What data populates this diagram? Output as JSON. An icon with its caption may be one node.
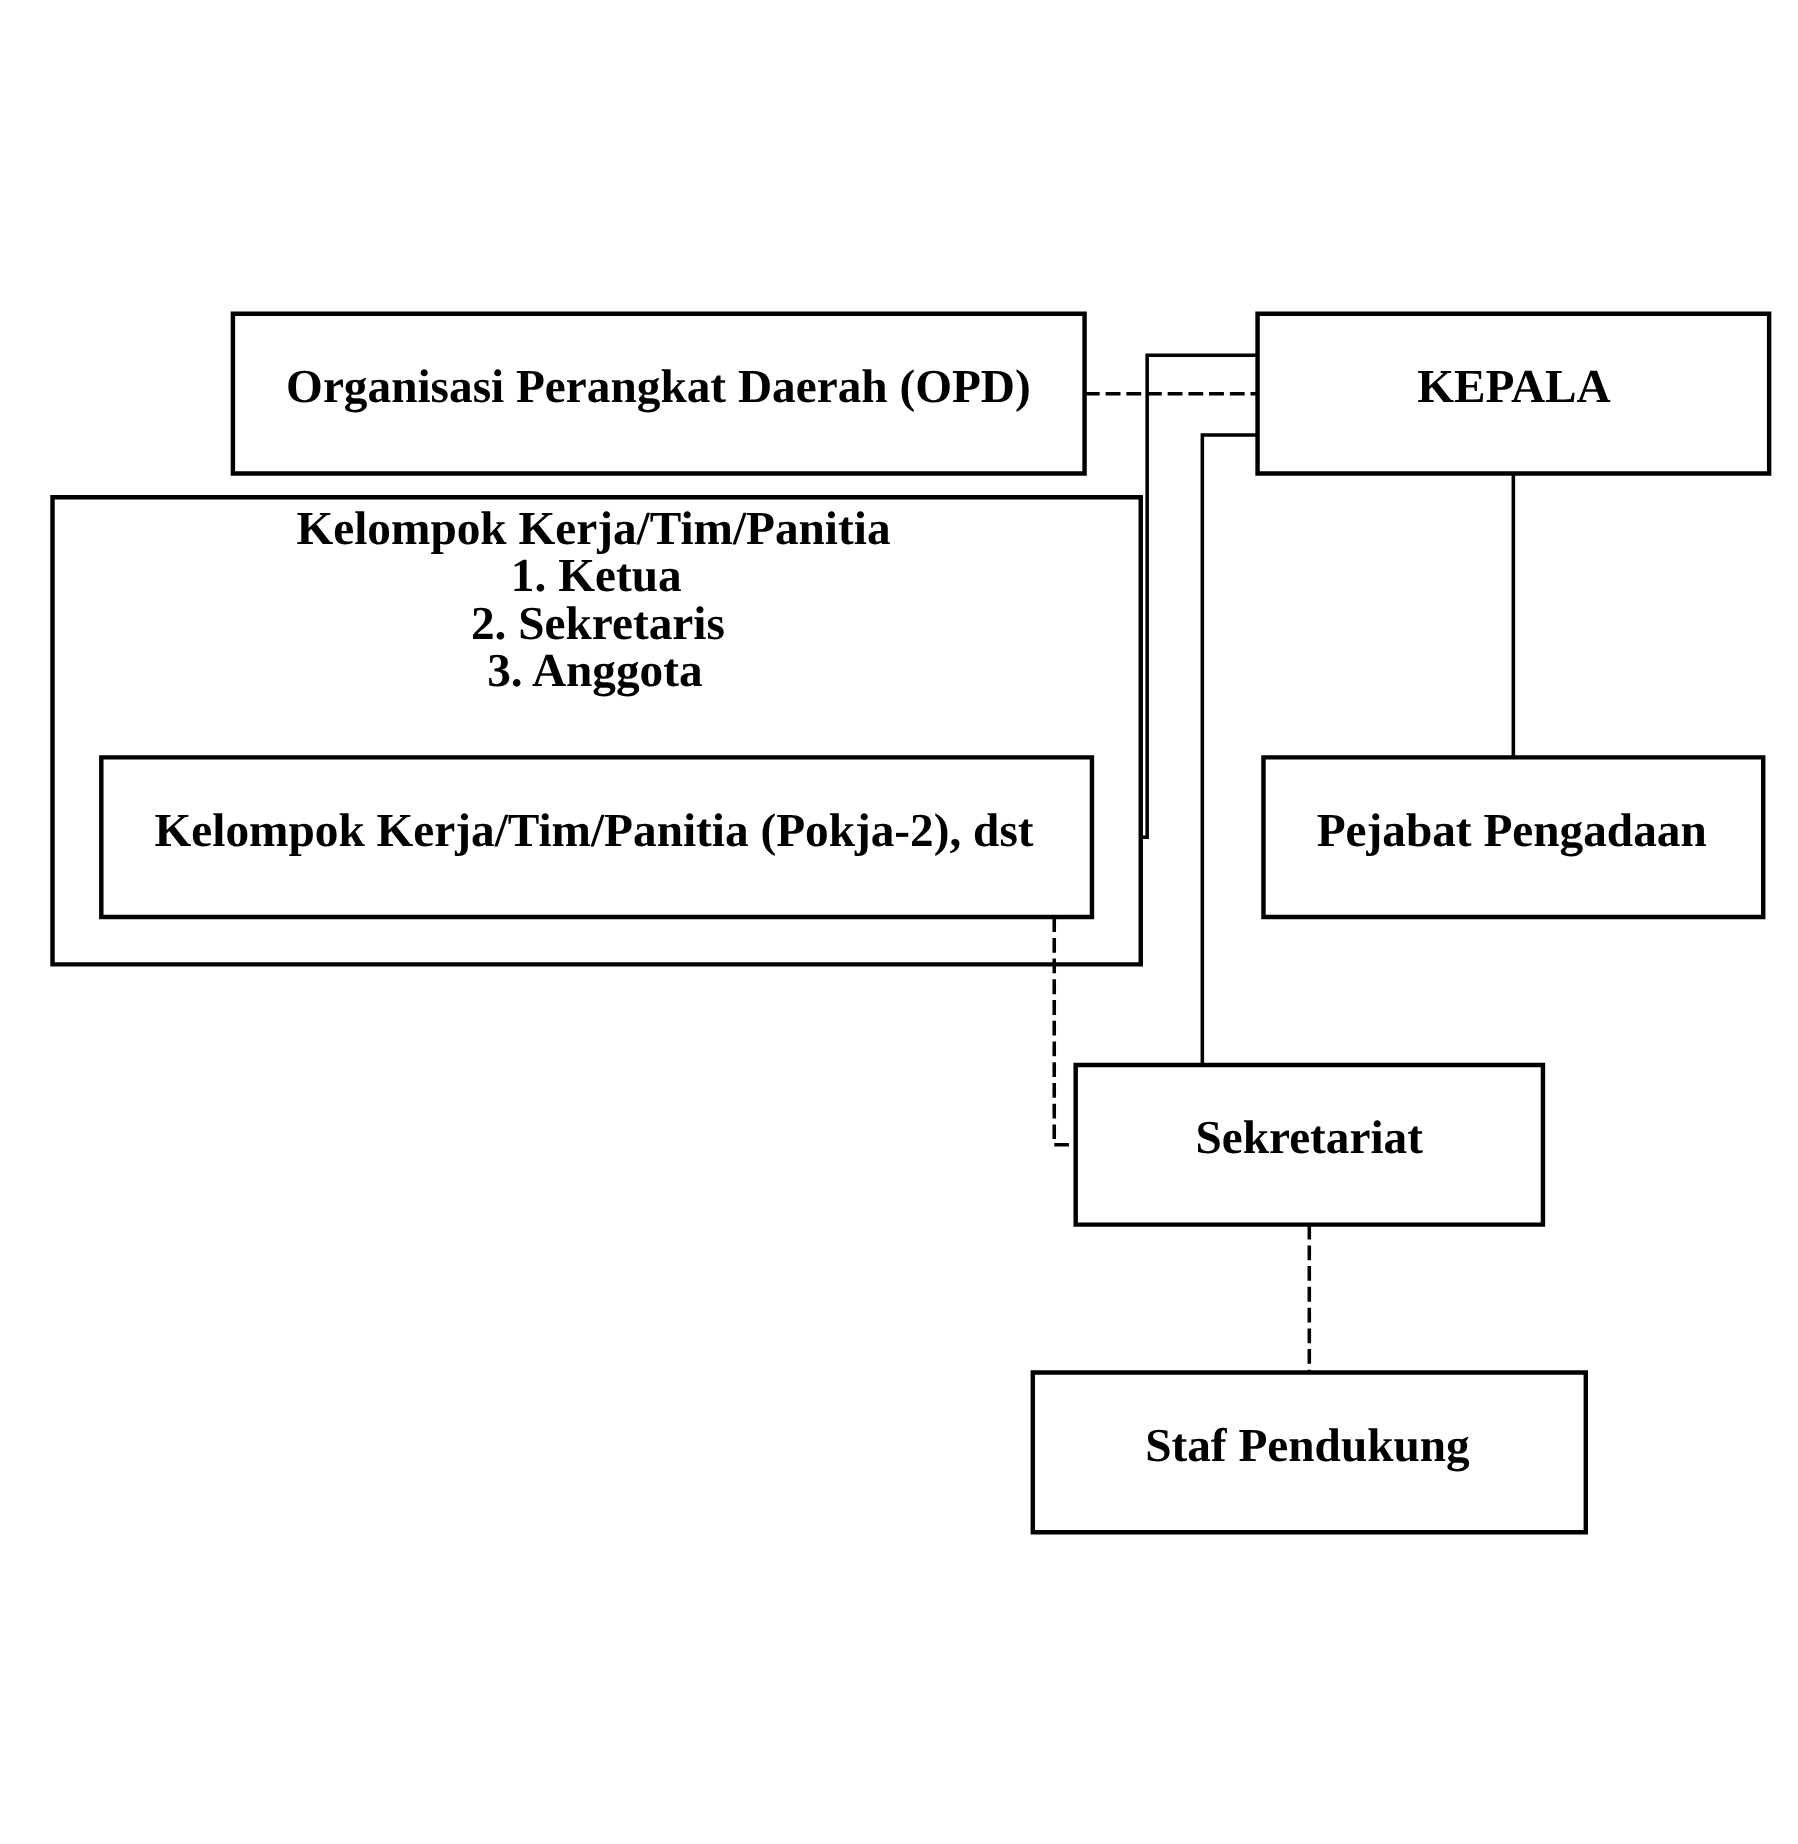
{
  "diagram": {
    "nodes": [
      {
        "text": [
          "Organisasi Perangkat Daerah (OPD)"
        ]
      },
      {
        "text": [
          "KEPALA"
        ]
      },
      {
        "text": [
          "Kelompok Kerja/Tim/Panitia",
          "1. Ketua",
          "2. Sekretaris",
          "3. Anggota"
        ]
      },
      {
        "text": [
          "Kelompok Kerja/Tim/Panitia (Pokja-2), dst"
        ],
        "in": 2
      },
      {
        "text": [
          "Pejabat Pengadaan"
        ]
      },
      {
        "text": [
          "Sekretariat"
        ]
      },
      {
        "text": [
          "Staf Pendukung"
        ]
      }
    ],
    "edges": [
      {
        "from": 0,
        "to": 1,
        "arrow": "none",
        "style": "dashed"
      },
      {
        "from": 1,
        "to": 2,
        "arrow": "none"
      },
      {
        "from": 1,
        "to": 4,
        "arrow": "none"
      },
      {
        "from": 1,
        "to": 5,
        "arrow": "none"
      },
      {
        "from": 3,
        "to": 5,
        "arrow": "none",
        "style": "dashed"
      },
      {
        "from": 5,
        "to": 6,
        "arrow": "none",
        "style": "dashed"
      }
    ]
  }
}
